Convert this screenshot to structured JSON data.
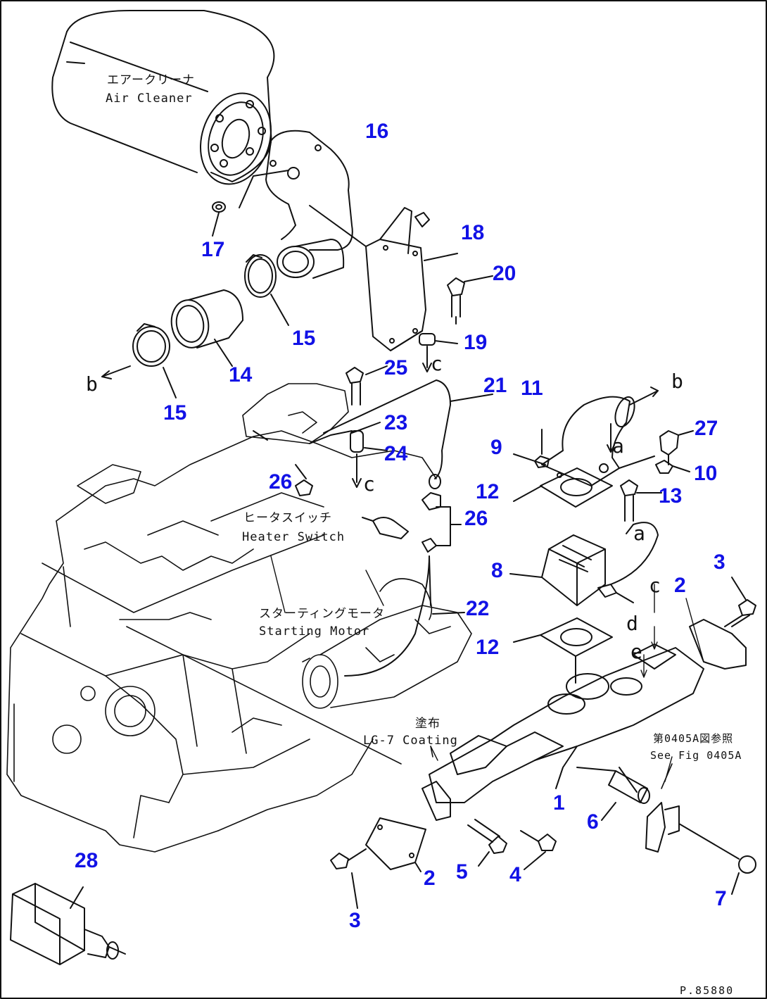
{
  "labels": {
    "air_cleaner_jp": "エアークリーナ",
    "air_cleaner_en": "Air Cleaner",
    "heater_switch_jp": "ヒータスイッチ",
    "heater_switch_en": "Heater Switch",
    "starting_motor_jp": "スターティングモータ",
    "starting_motor_en": "Starting Motor",
    "coating_jp": "塗布",
    "coating_en": "LG-7 Coating",
    "see_fig_jp": "第0405A図参照",
    "see_fig_en": "See Fig 0405A"
  },
  "callouts": {
    "p1": "1",
    "p2a": "2",
    "p2b": "2",
    "p3a": "3",
    "p3b": "3",
    "p4": "4",
    "p5": "5",
    "p6": "6",
    "p7": "7",
    "p8": "8",
    "p9": "9",
    "p10": "10",
    "p11": "11",
    "p12a": "12",
    "p12b": "12",
    "p13": "13",
    "p14": "14",
    "p15a": "15",
    "p15b": "15",
    "p16": "16",
    "p17": "17",
    "p18": "18",
    "p19": "19",
    "p20": "20",
    "p21": "21",
    "p22": "22",
    "p23": "23",
    "p24": "24",
    "p25": "25",
    "p26a": "26",
    "p26b": "26",
    "p27": "27",
    "p28": "28"
  },
  "ref_letters": {
    "b1": "b",
    "b2": "b",
    "c1": "c",
    "c2": "c",
    "c3": "c",
    "a1": "a",
    "a2": "a",
    "d1": "d",
    "e1": "e"
  },
  "figure_code": "P.85880",
  "colors": {
    "callout": "#1212e6",
    "line": "#111111"
  }
}
